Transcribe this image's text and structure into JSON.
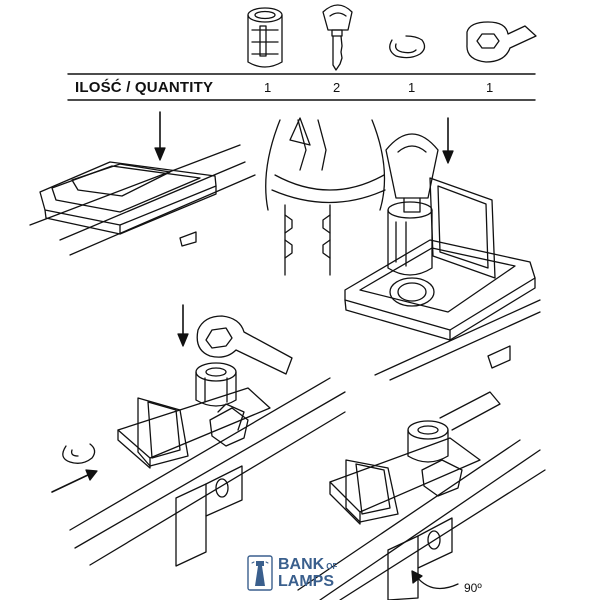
{
  "header": {
    "quantity_label": "ILOŚĆ / QUANTITY",
    "quantities": [
      "1",
      "2",
      "1",
      "1"
    ]
  },
  "parts": [
    "lock-cylinder",
    "key",
    "retaining-clip",
    "spanner-wrench"
  ],
  "rotation_label": "90º",
  "brand": {
    "line1": "BANK",
    "line1_small": "OF",
    "line2": "LAMPS",
    "color": "#3a5f8d"
  }
}
